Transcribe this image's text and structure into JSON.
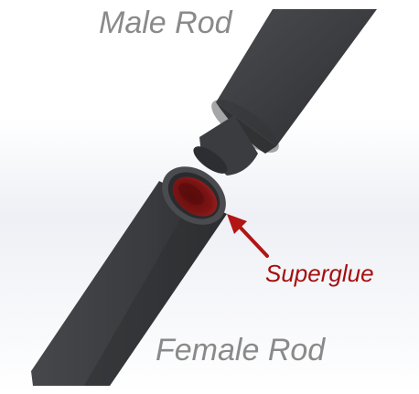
{
  "labels": {
    "male_rod": "Male Rod",
    "female_rod": "Female Rod",
    "superglue": "Superglue"
  },
  "colors": {
    "rod": "#3a3b3e",
    "superglue_label": "#a50f0f",
    "arrow": "#b21515",
    "glue_inside": "#7a1212",
    "caption": "#8a8a8a"
  }
}
